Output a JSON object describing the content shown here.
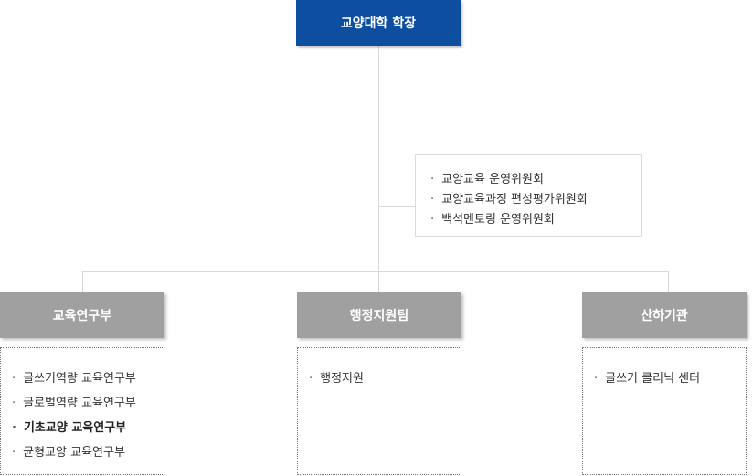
{
  "dean": "교양대학 학장",
  "committees": [
    "교양교육 운영위원회",
    "교양교육과정 편성평가위원회",
    "백석멘토링 운영위원회"
  ],
  "units": [
    {
      "title": "교육연구부",
      "items": [
        "글쓰기역량 교육연구부",
        "글로벌역량 교육연구부",
        "기초교양 교육연구부",
        "균형교양 교육연구부"
      ]
    },
    {
      "title": "행정지원팀",
      "items": [
        "행정지원"
      ]
    },
    {
      "title": "산하기관",
      "items": [
        "글쓰기 클리닉 센터"
      ]
    }
  ],
  "colors": {
    "dean_bg": "#0e4ea1",
    "unit_head_bg": "#a0a0a0",
    "connector": "#d9d9d9"
  }
}
